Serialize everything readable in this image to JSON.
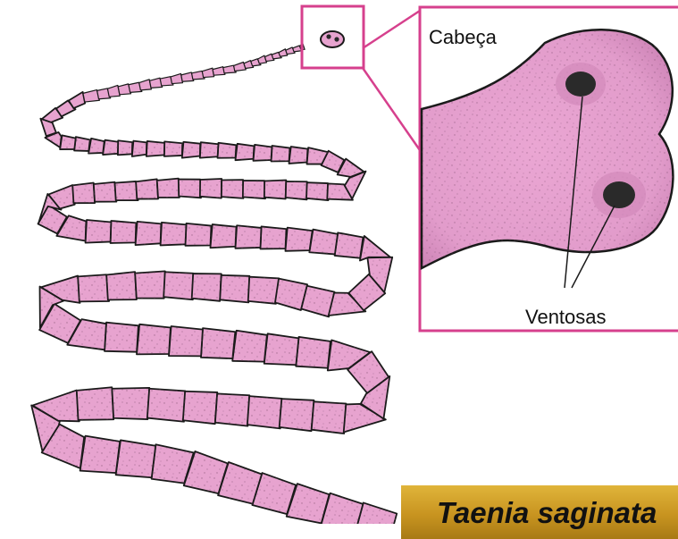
{
  "labels": {
    "head": "Cabeça",
    "suckers": "Ventosas"
  },
  "title": "Taenia saginata",
  "colors": {
    "segment_fill": "#e7a3cf",
    "outline": "#1a1a1a",
    "callout_frame": "#d6408d",
    "sucker": "#2a2a2a",
    "title_bar": "#c8961e"
  }
}
